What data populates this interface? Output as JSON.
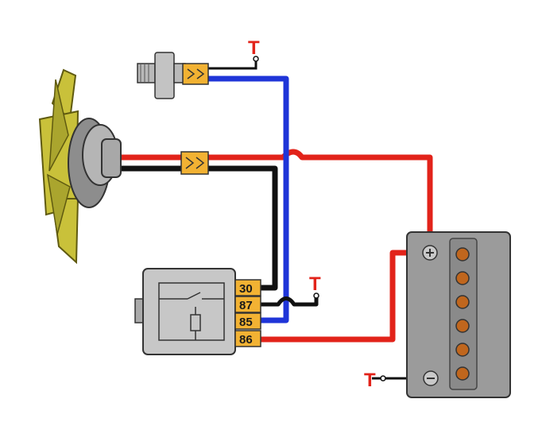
{
  "diagram": {
    "components": {
      "fan": {
        "icon": "cooling-fan-icon",
        "blade_color": "#c9c13a",
        "hub_color": "#9a9a9a"
      },
      "temperature_sensor": {
        "icon": "temperature-sensor-icon",
        "body_color": "#b9b9b9"
      },
      "relay": {
        "icon": "relay-icon",
        "body_color": "#c7c7c7",
        "pins": [
          {
            "label": "30"
          },
          {
            "label": "87"
          },
          {
            "label": "85"
          },
          {
            "label": "86"
          }
        ],
        "pin_color": "#f2b233"
      },
      "battery": {
        "icon": "battery-icon",
        "body_color": "#9b9b9b",
        "terminal_positive": "+",
        "terminal_negative": "−"
      }
    },
    "ground_symbols": [
      {
        "label": "T"
      },
      {
        "label": "T"
      },
      {
        "label": "T"
      }
    ],
    "wires": [
      {
        "name": "positive-supply",
        "color": "#e2231a"
      },
      {
        "name": "fan-to-relay",
        "color": "#111111"
      },
      {
        "name": "sensor-to-relay",
        "color": "#1f35d8"
      },
      {
        "name": "relay-86-to-battery",
        "color": "#e2231a"
      }
    ],
    "connector_color": "#f2b233"
  }
}
